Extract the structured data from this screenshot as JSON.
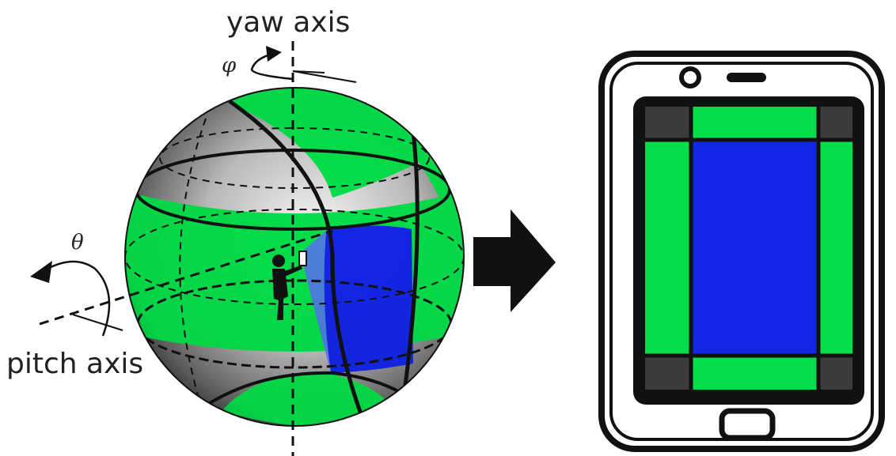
{
  "labels": {
    "yaw_axis": "yaw axis",
    "pitch_axis": "pitch axis",
    "phi": "φ",
    "theta": "θ"
  },
  "colors": {
    "green": "#05DE4A",
    "blue": "#1426E6",
    "dark": "#111111",
    "gray_dark": "#3a3a3a",
    "gray_light": "#e8e8e8",
    "corner": "#3b3b3b"
  },
  "icons": {
    "person": "person-holding-phone-icon",
    "arrow": "right-arrow-icon",
    "phone": "smartphone-icon"
  }
}
